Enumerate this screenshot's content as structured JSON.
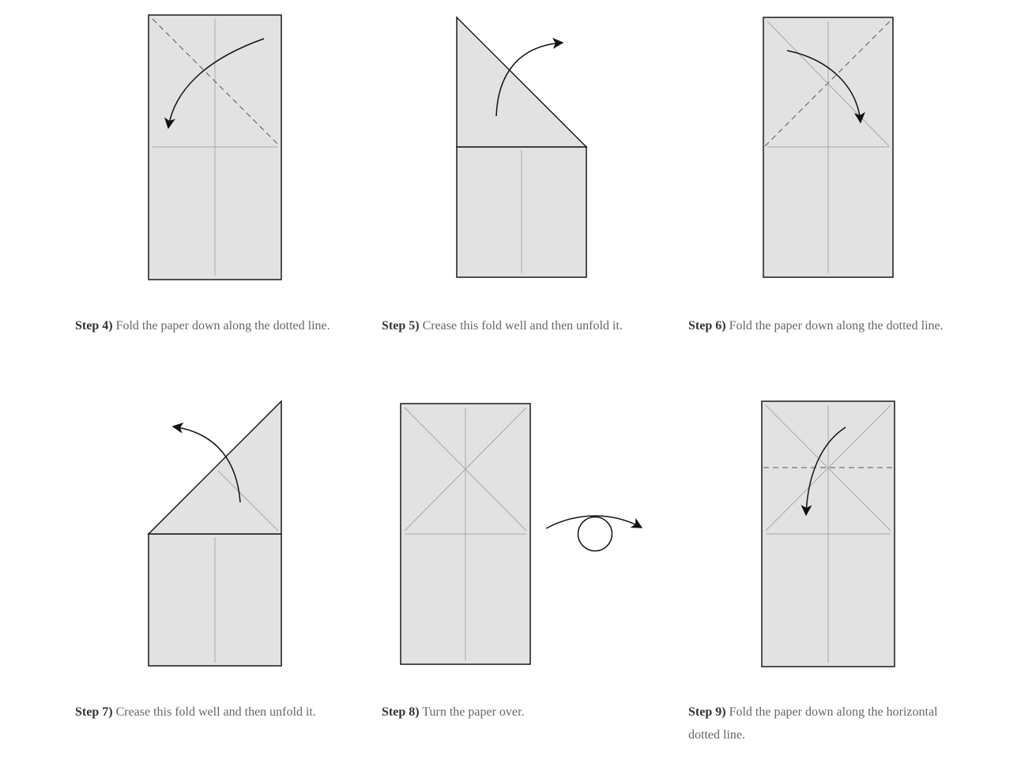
{
  "steps": [
    {
      "label": "Step 4)",
      "text": "Fold the paper down along the dotted line."
    },
    {
      "label": "Step 5)",
      "text": "Crease this fold well and then unfold it."
    },
    {
      "label": "Step 6)",
      "text": "Fold the paper down along the dotted line."
    },
    {
      "label": "Step 7)",
      "text": "Crease this fold well and then unfold it."
    },
    {
      "label": "Step 8)",
      "text": "Turn the paper over."
    },
    {
      "label": "Step 9)",
      "text": "Fold the paper down along the horizontal dotted line."
    }
  ],
  "colors": {
    "paper": "#e2e2e2",
    "outline": "#1a1a1a",
    "crease": "#a8a8a8",
    "fold_line": "#555555",
    "arrow": "#111111",
    "caption_label": "#333333",
    "caption_text": "#666666"
  }
}
